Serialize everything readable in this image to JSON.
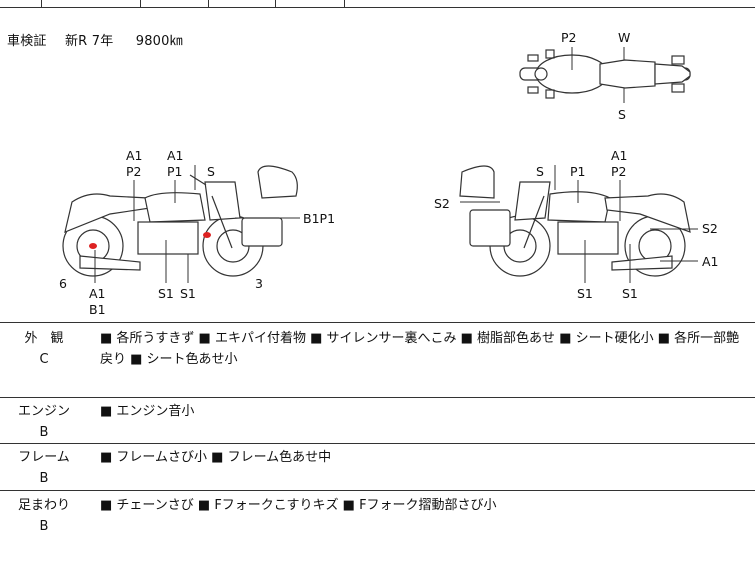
{
  "registration": {
    "label": "車検証",
    "value": "新R 7年",
    "mileage": "9800㎞"
  },
  "diagram_labels": {
    "top": [
      "P2",
      "W",
      "S"
    ],
    "left": [
      "A1",
      "P2",
      "A1",
      "P1",
      "S",
      "B1P1",
      "6",
      "A1",
      "B1",
      "S1",
      "S1",
      "3"
    ],
    "right": [
      "S",
      "P1",
      "A1",
      "P2",
      "S2",
      "S2",
      "A1",
      "S1",
      "S1"
    ]
  },
  "sections": [
    {
      "title": "外　観",
      "grade": "C",
      "text": "■ 各所うすきず ■ エキパイ付着物 ■ サイレンサー裏へこみ ■ 樹脂部色あせ ■ シート硬化小 ■ 各所一部艶戻り ■ シート色あせ小"
    },
    {
      "title": "エンジン",
      "grade": "B",
      "text": "■ エンジン音小"
    },
    {
      "title": "フレーム",
      "grade": "B",
      "text": "■ フレームさび小 ■ フレーム色あせ中"
    },
    {
      "title": "足まわり",
      "grade": "B",
      "text": "■ チェーンさび ■ Fフォークこすりキズ ■ Fフォーク摺動部さび小"
    }
  ]
}
